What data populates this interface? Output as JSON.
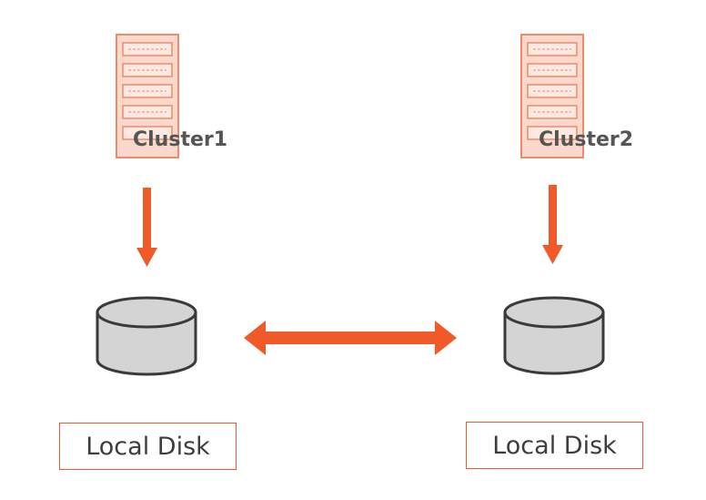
{
  "nodes": {
    "cluster_left": {
      "label": "Cluster1",
      "icon": "server-rack-icon"
    },
    "cluster_right": {
      "label": "Cluster2",
      "icon": "server-rack-icon"
    },
    "disk_left": {
      "label": "Local Disk",
      "icon": "disk-icon"
    },
    "disk_right": {
      "label": "Local Disk",
      "icon": "disk-icon"
    }
  },
  "edges": [
    {
      "from": "Cluster1",
      "to": "Local Disk (left)",
      "style": "arrow-down"
    },
    {
      "from": "Cluster2",
      "to": "Local Disk (right)",
      "style": "arrow-down"
    },
    {
      "from": "Local Disk (left)",
      "to": "Local Disk (right)",
      "style": "double-arrow"
    }
  ],
  "colors": {
    "accent": "#f05a28",
    "server_fill": "#fbd8cc",
    "server_stroke": "#f08a6a",
    "disk_fill": "#d4d4d4",
    "disk_stroke": "#3a3a3a",
    "text": "#3d3d3d"
  }
}
